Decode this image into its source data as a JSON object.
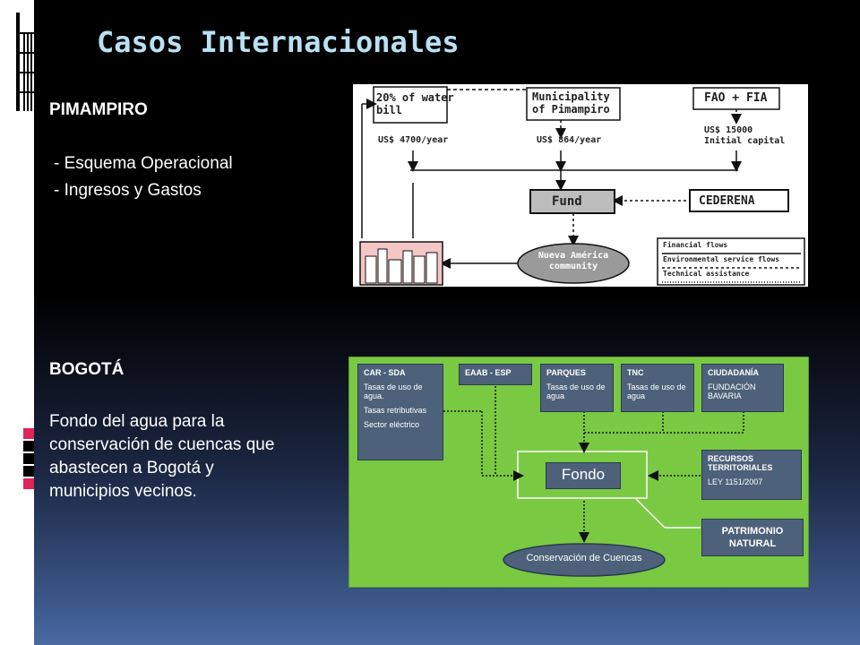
{
  "slide": {
    "title": "Casos Internacionales",
    "section1": {
      "heading": "PIMAMPIRO",
      "items": [
        "-  Esquema Operacional",
        "-  Ingresos y Gastos"
      ]
    },
    "section2": {
      "heading": "BOGOTÁ",
      "paragraph_lines": [
        "Fondo del agua para la",
        "conservación de cuencas que",
        "abastecen a Bogotá y",
        "municipios vecinos."
      ]
    }
  },
  "pimampiro_diagram": {
    "water_bill_line1": "20% of water",
    "water_bill_line2": "bill",
    "water_amount": "US$ 4700/year",
    "municipality_line1": "Municipality",
    "municipality_line2": "of Pimampiro",
    "municipality_amount": "US$ 864/year",
    "fao": "FAO + FIA",
    "fao_amount_line1": "US$ 15000",
    "fao_amount_line2": "Initial capital",
    "fund": "Fund",
    "cederena": "CEDERENA",
    "community_line1": "Nueva América",
    "community_line2": "community",
    "legend": [
      "Financial flows",
      "Environmental service flows",
      "Technical assistance"
    ]
  },
  "bogota_diagram": {
    "car": {
      "title": "CAR - SDA",
      "lines": [
        "Tasas de uso de agua.",
        "Tasas retributivas",
        "Sector eléctrico"
      ]
    },
    "eaab": {
      "title": "EAAB - ESP"
    },
    "parques": {
      "title": "PARQUES",
      "lines": [
        "Tasas de uso de agua"
      ]
    },
    "tnc": {
      "title": "TNC",
      "lines": [
        "Tasas de uso de agua"
      ]
    },
    "ciudadania": {
      "title": "CIUDADANÍA",
      "lines": [
        "FUNDACIÓN BAVARIA"
      ]
    },
    "recursos": {
      "title": "RECURSOS TERRITORIALES",
      "lines": [
        "LEY 1151/2007"
      ]
    },
    "fondo": "Fondo",
    "patrimonio": "PATRIMONIO NATURAL",
    "conservacion": "Conservación de Cuencas"
  },
  "colors": {
    "title": "#b9e0f3",
    "green_panel": "#7ac943",
    "dark_box": "#4e617a"
  }
}
